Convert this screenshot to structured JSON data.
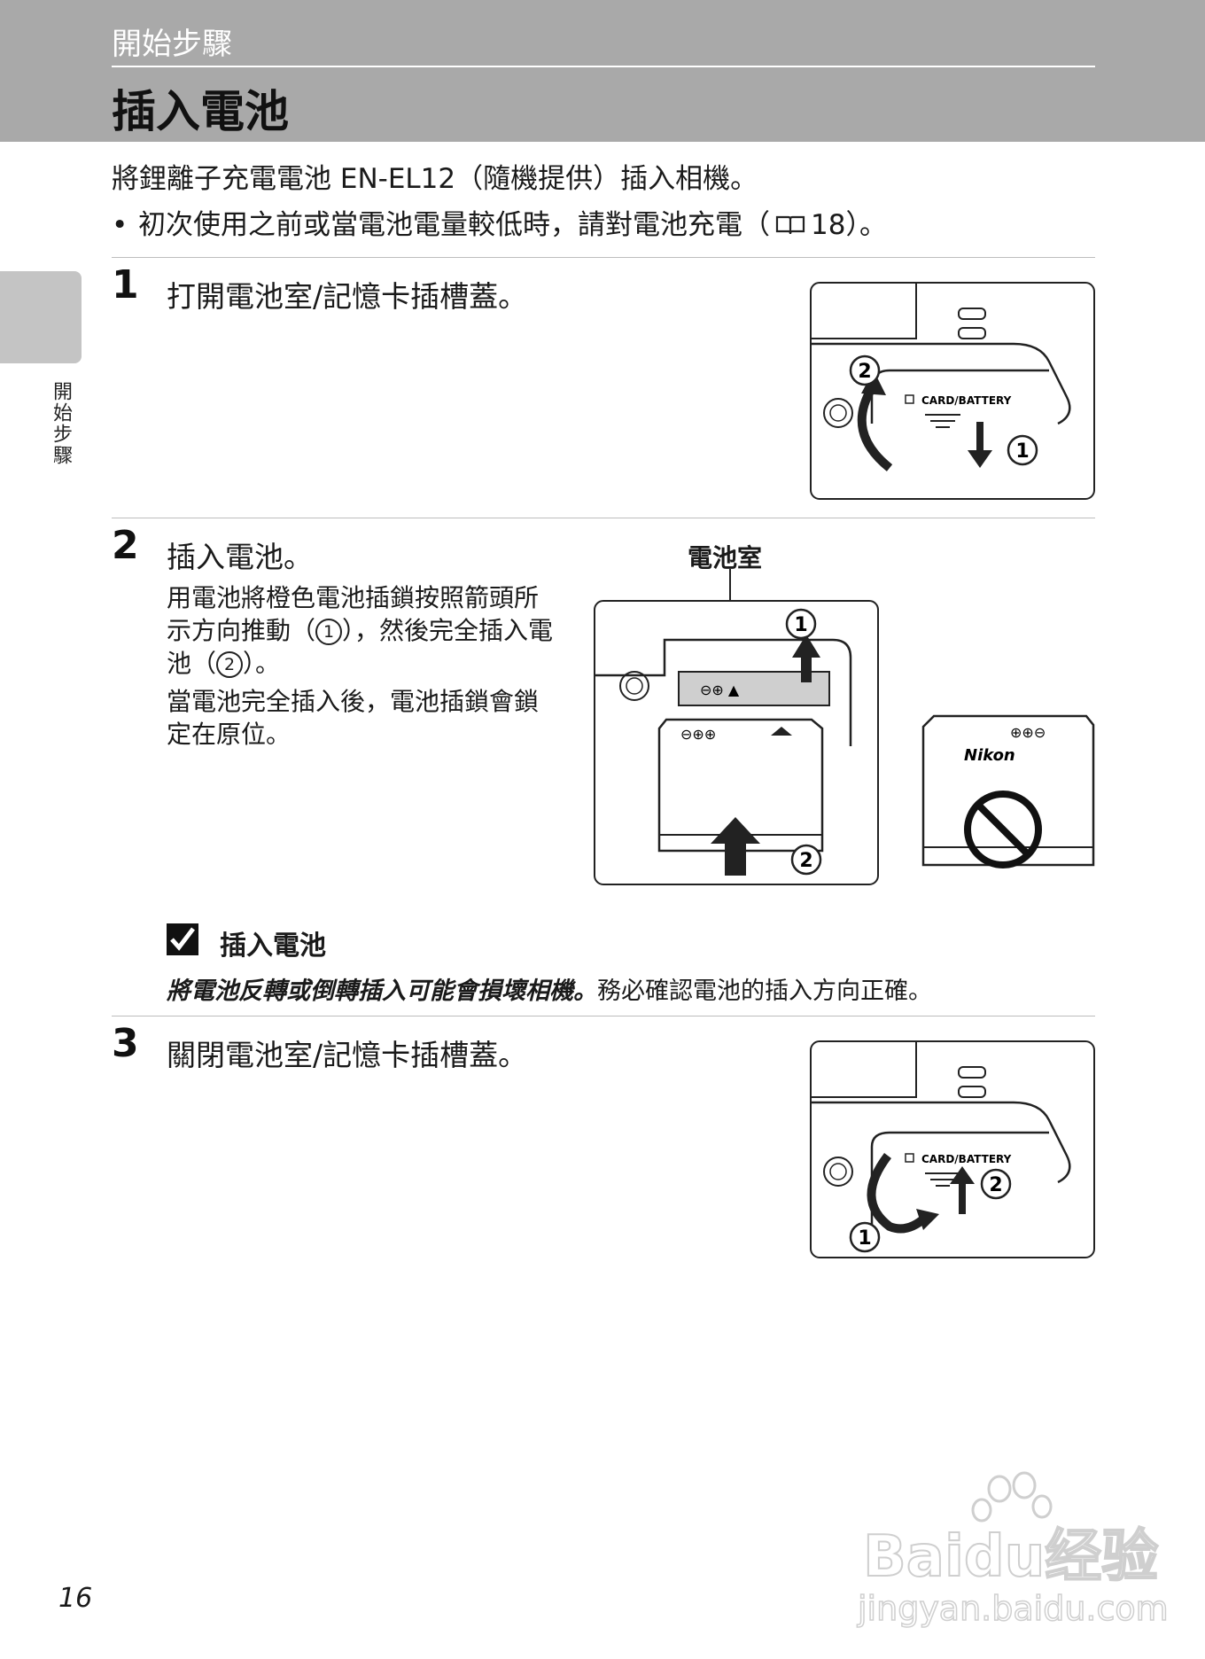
{
  "header": {
    "section": "開始步驟",
    "title": "插入電池"
  },
  "sidebar": {
    "label": "開始步驟"
  },
  "intro": "將鋰離子充電電池 EN-EL12（隨機提供）插入相機。",
  "bullet": {
    "before": "初次使用之前或當電池電量較低時，請對電池充電（",
    "ref": "18",
    "after": "）。"
  },
  "steps": [
    {
      "num": "1",
      "title": "打開電池室/記憶卡插槽蓋。"
    },
    {
      "num": "2",
      "title": "插入電池。",
      "p1_a": "用電池將橙色電池插鎖按照箭頭所示方向推動（",
      "p1_c1": "1",
      "p1_b": "），然後完全插入電池（",
      "p1_c2": "2",
      "p1_c": "）。",
      "p2": "當電池完全插入後，電池插鎖會鎖定在原位。",
      "figure_label": "電池室"
    },
    {
      "num": "3",
      "title": "關閉電池室/記憶卡插槽蓋。"
    }
  ],
  "figures": {
    "card_battery": "CARD/BATTERY",
    "brand": "Nikon",
    "n1": "1",
    "n2": "2"
  },
  "note": {
    "title": "插入電池",
    "warning": "將電池反轉或倒轉插入可能會損壞相機。",
    "body": "務必確認電池的插入方向正確。"
  },
  "page_number": "16",
  "watermark": {
    "main": "Baidu经验",
    "sub": "jingyan.baidu.com"
  }
}
